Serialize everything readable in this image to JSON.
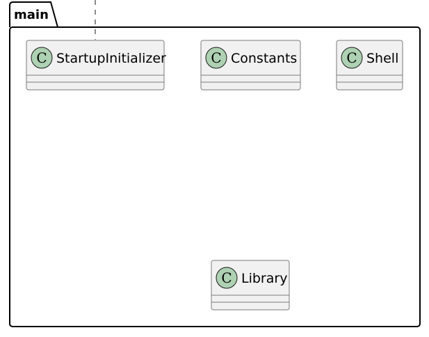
{
  "package": {
    "name": "main"
  },
  "classes": [
    {
      "id": "startup",
      "stereotype_letter": "C",
      "name": "StartupInitializer"
    },
    {
      "id": "constants",
      "stereotype_letter": "C",
      "name": "Constants"
    },
    {
      "id": "shell",
      "stereotype_letter": "C",
      "name": "Shell"
    },
    {
      "id": "library",
      "stereotype_letter": "C",
      "name": "Library"
    }
  ],
  "colors": {
    "class_fill": "#F1F1F1",
    "class_border": "#7A7A7A",
    "spot_fill": "#ADD1B2",
    "package_border": "#000000",
    "dashed_edge": "#181818"
  }
}
